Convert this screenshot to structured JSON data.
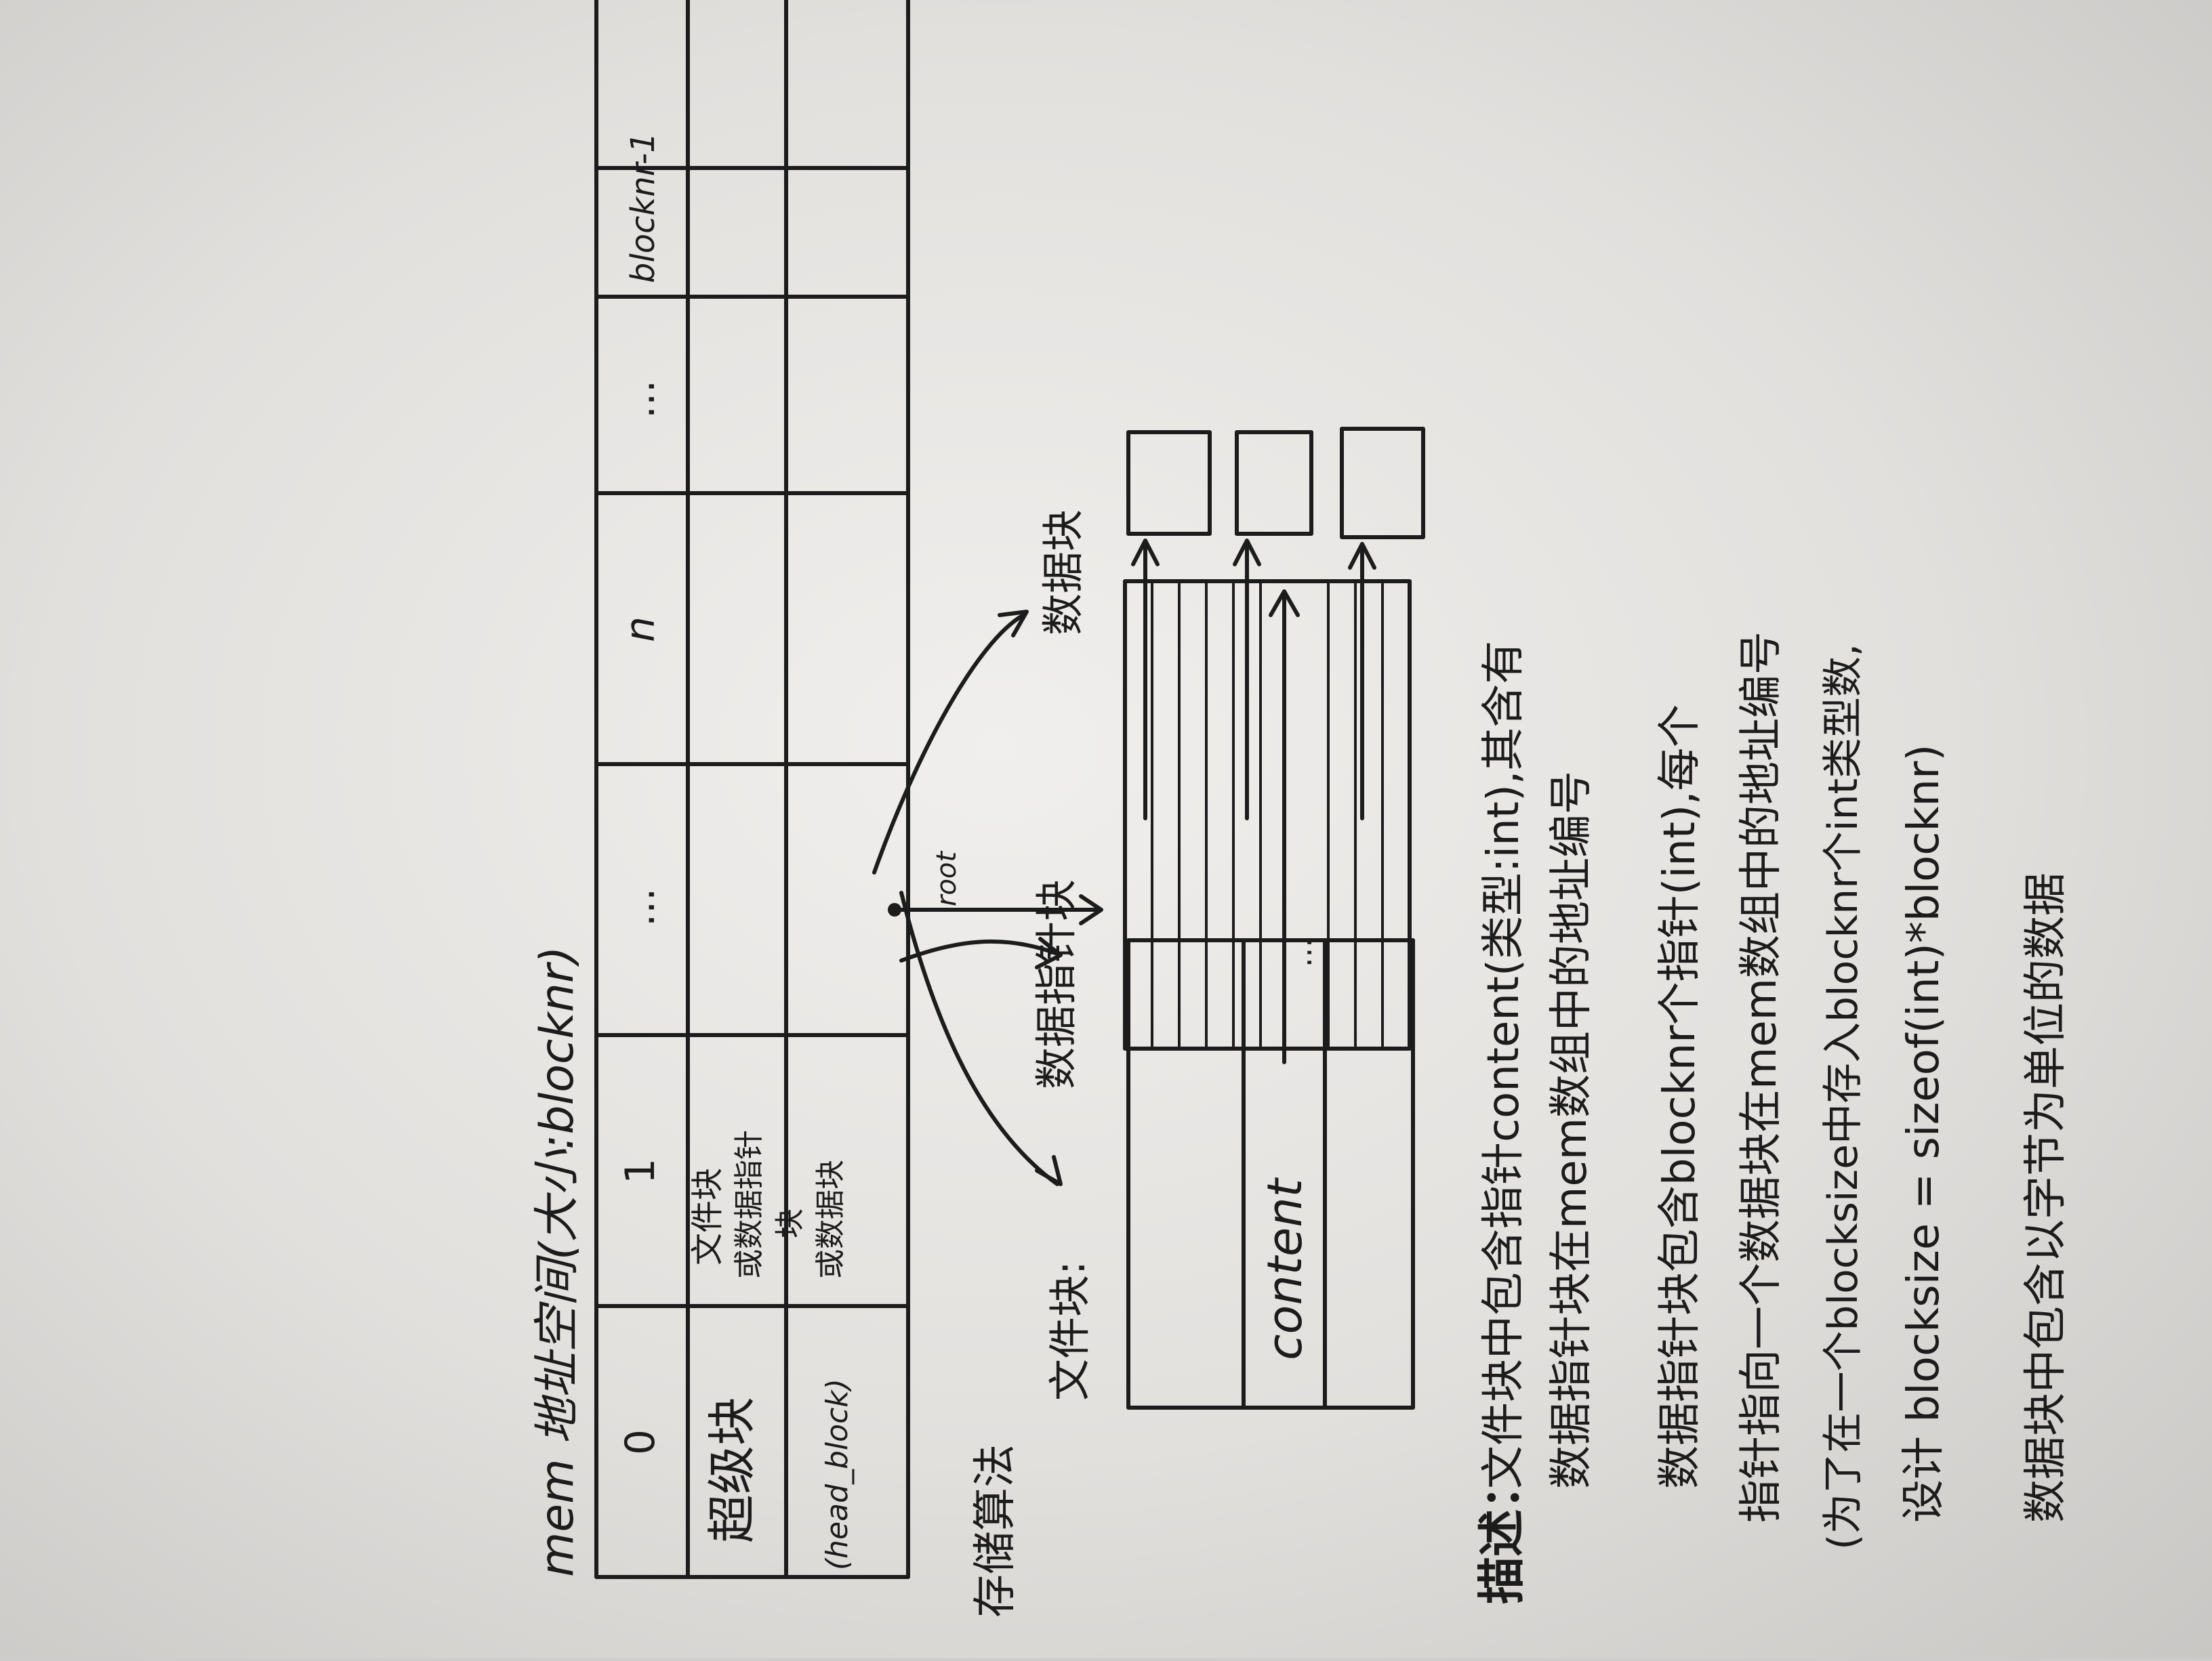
{
  "memory": {
    "title": "mem 地址空间(大小:blocknr)",
    "cells": [
      "0",
      "1",
      "...",
      "n",
      "...",
      "blocknr-1"
    ],
    "superblock_label": "超级块",
    "superblock_sub": "(head_block)",
    "block1_label": [
      "文件块",
      "或数据指针",
      "块",
      "或数据块"
    ]
  },
  "algorithm": {
    "label": "存储算法",
    "root": "root",
    "file_block": "文件块:",
    "content": "content",
    "data_pointer_block": "数据指针块",
    "data_block": "数据块",
    "dots": "..."
  },
  "description": {
    "heading": "描述：",
    "lines": [
      "文件块中包含指针content(类型:int),其含有",
      "数据指针块在mem数组中的地址编号",
      "数据指针块包含blocknr个指针(int),每个",
      "指针指向一个数据块在mem数组中的地址编号",
      "(为了在一个blocksize中存入blocknr个int类型数,",
      "设计 blocksize = sizeof(int)*blocknr)",
      "数据块中包含以字节为单位的数据"
    ]
  }
}
